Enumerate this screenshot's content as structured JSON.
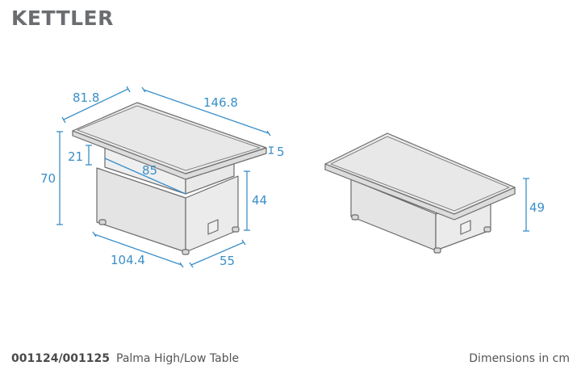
{
  "brand": {
    "logo_text": "KETTLER"
  },
  "product": {
    "code": "001124/001125",
    "name": "Palma High/Low Table"
  },
  "units_note": "Dimensions in cm",
  "colors": {
    "dimension_lines": "#3a8fc9",
    "furniture_fill": "#e6e6e6",
    "furniture_stroke": "#6b6b6b",
    "logo": "#6b6d70"
  },
  "high_view": {
    "width_top": "146.8",
    "depth_top": "81.8",
    "overall_height": "70",
    "lift_height": "21",
    "top_thickness": "5",
    "inner_width": "85",
    "base_height": "44",
    "base_width": "104.4",
    "base_depth": "55"
  },
  "low_view": {
    "overall_height": "49"
  }
}
